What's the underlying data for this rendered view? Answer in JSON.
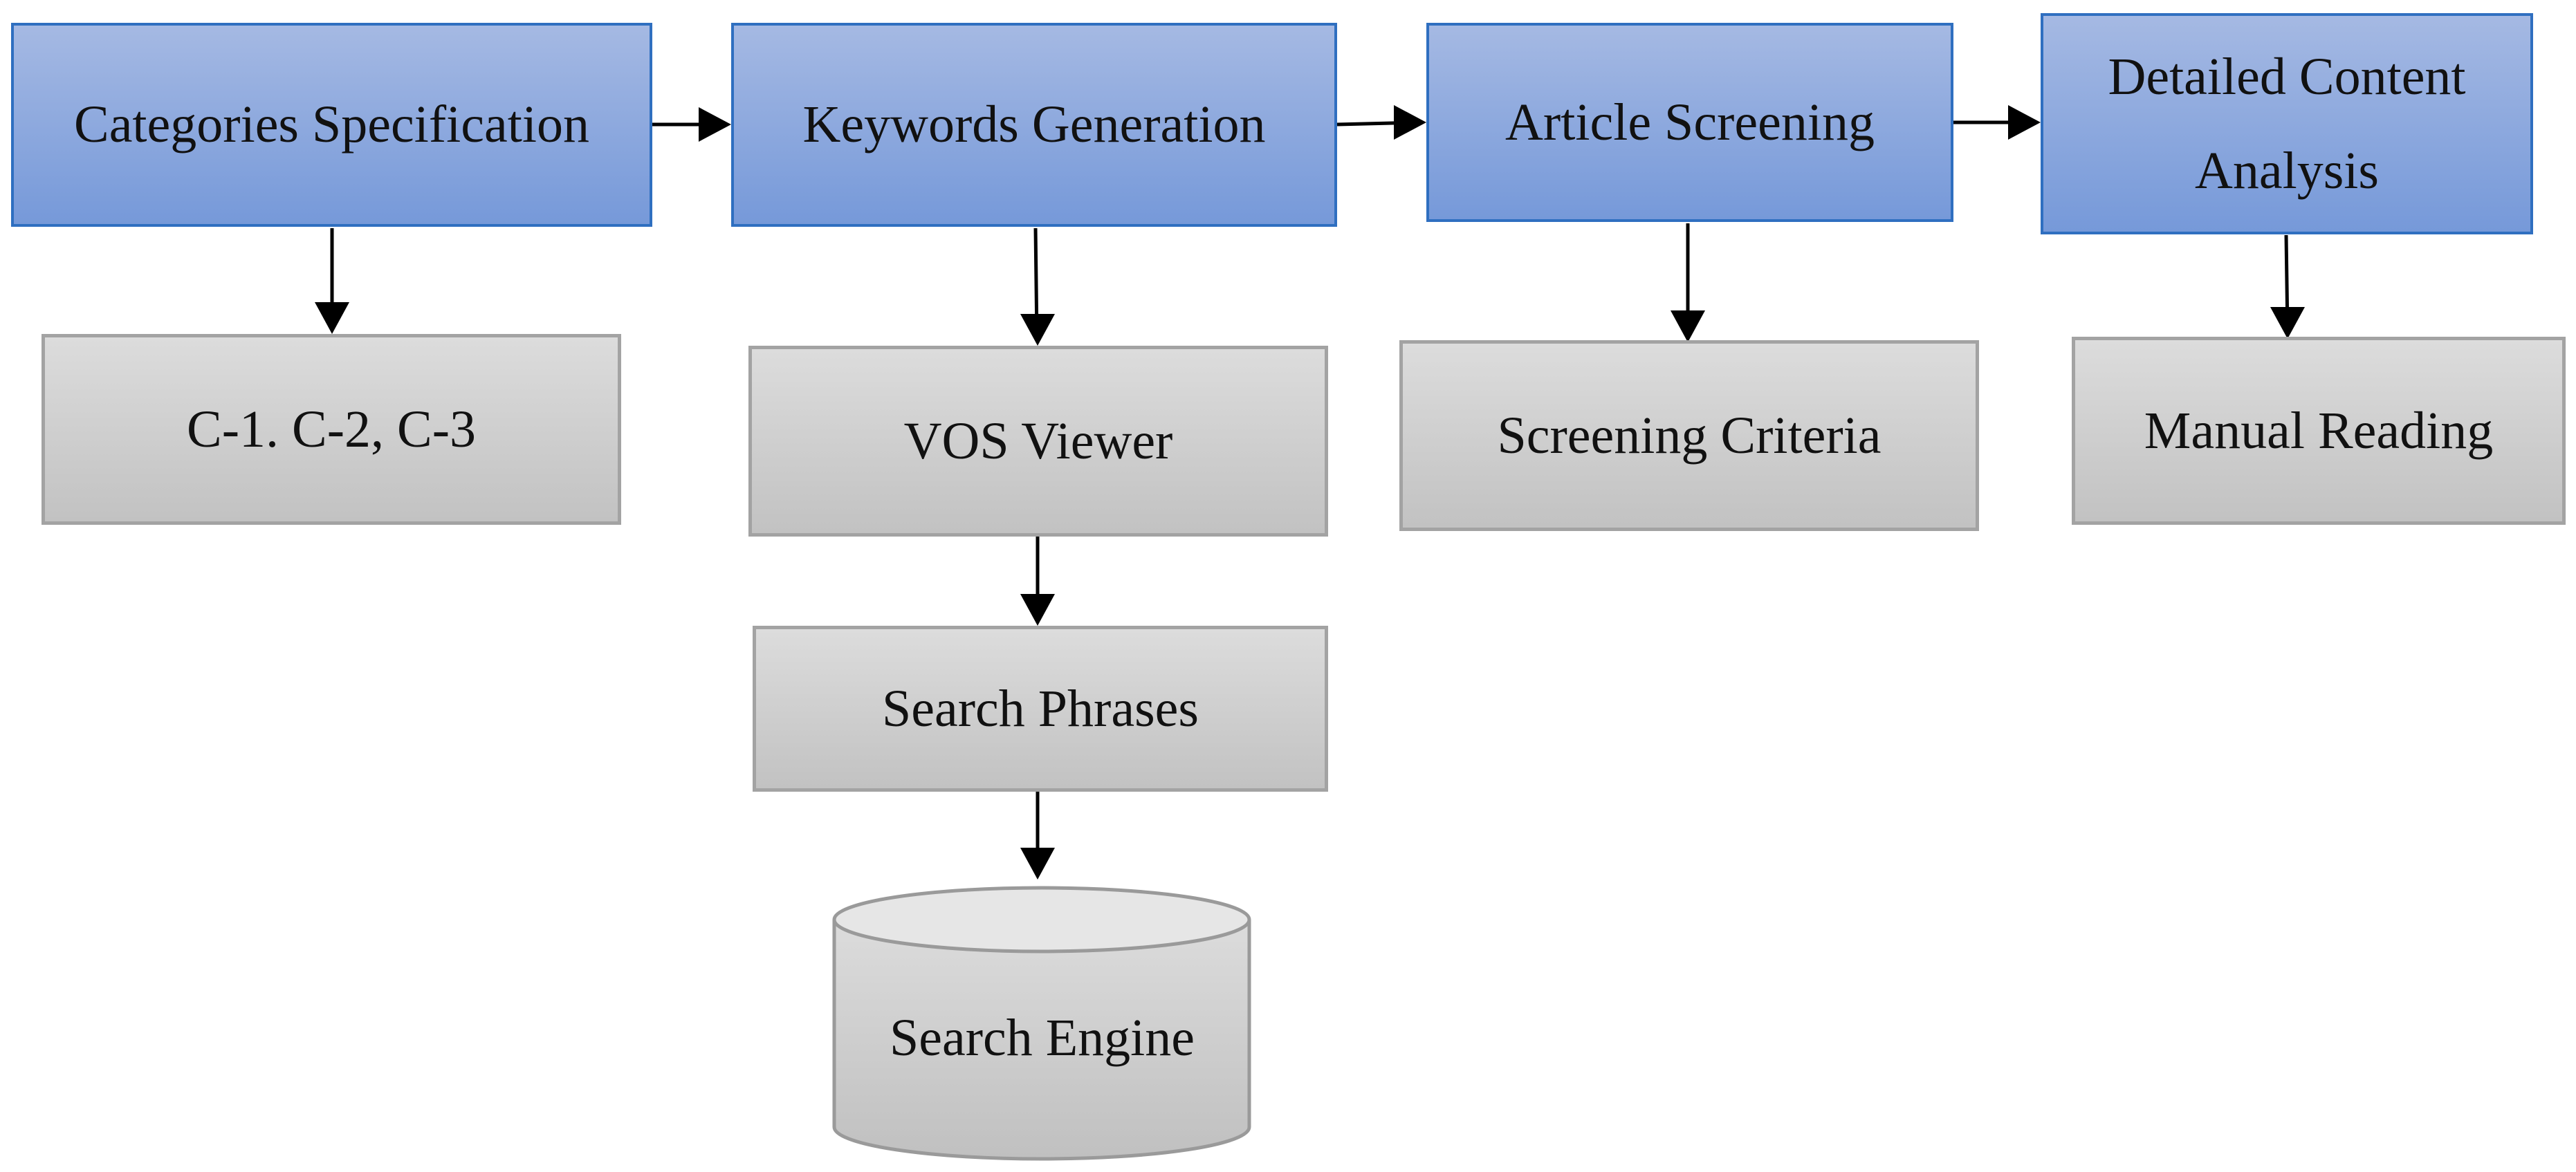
{
  "steps": {
    "categories": "Categories Specification",
    "keywords": "Keywords Generation",
    "screening": "Article Screening",
    "analysis_line1": "Detailed Content",
    "analysis_line2": "Analysis"
  },
  "details": {
    "categories": "C-1. C-2, C-3",
    "vos": "VOS Viewer",
    "phrases": "Search Phrases",
    "engine": "Search Engine",
    "criteria": "Screening Criteria",
    "reading": "Manual Reading"
  },
  "colors": {
    "step_fill_top": "#a5b9e3",
    "step_fill_bottom": "#7699d9",
    "step_border": "#2f6fc0",
    "detail_fill_top": "#dcdcdc",
    "detail_fill_bottom": "#c2c2c2",
    "detail_border": "#a3a3a3"
  }
}
